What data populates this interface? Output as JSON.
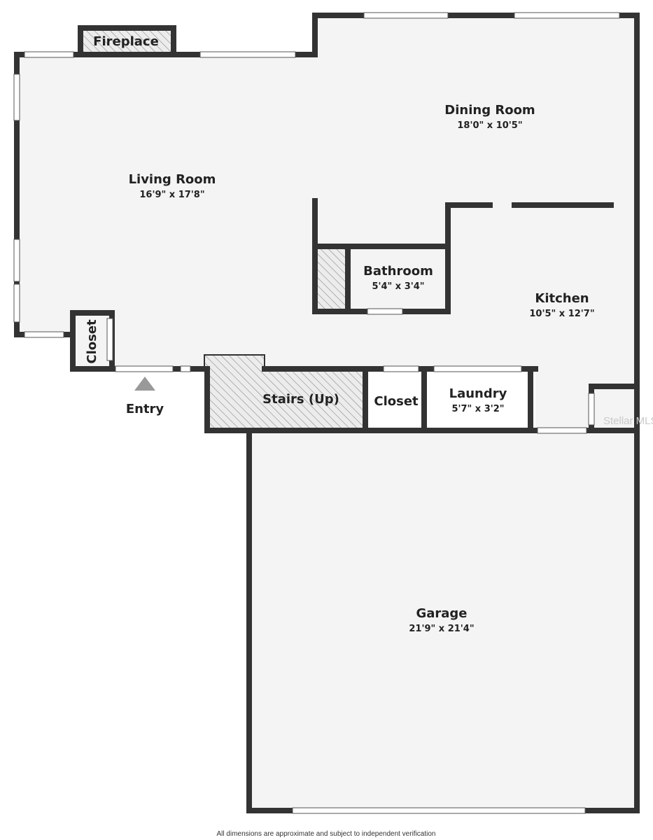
{
  "rooms": {
    "fireplace": {
      "name": "Fireplace"
    },
    "dining": {
      "name": "Dining Room",
      "dims": "18'0\" x 10'5\""
    },
    "living": {
      "name": "Living Room",
      "dims": "16'9\" x 17'8\""
    },
    "bathroom": {
      "name": "Bathroom",
      "dims": "5'4\" x 3'4\""
    },
    "kitchen": {
      "name": "Kitchen",
      "dims": "10'5\" x 12'7\""
    },
    "closet_entry": {
      "name": "Closet"
    },
    "entry": {
      "name": "Entry"
    },
    "stairs": {
      "name": "Stairs (Up)"
    },
    "closet_hall": {
      "name": "Closet"
    },
    "laundry": {
      "name": "Laundry",
      "dims": "5'7\" x 3'2\""
    },
    "garage": {
      "name": "Garage",
      "dims": "21'9\" x 21'4\""
    }
  },
  "footer_note": "All dimensions are approximate and subject to independent verification",
  "watermark": "Stellar MLS",
  "colors": {
    "wall": "#333333",
    "floor": "#f4f4f4",
    "hatch": "#888888",
    "window": "#ffffff"
  }
}
